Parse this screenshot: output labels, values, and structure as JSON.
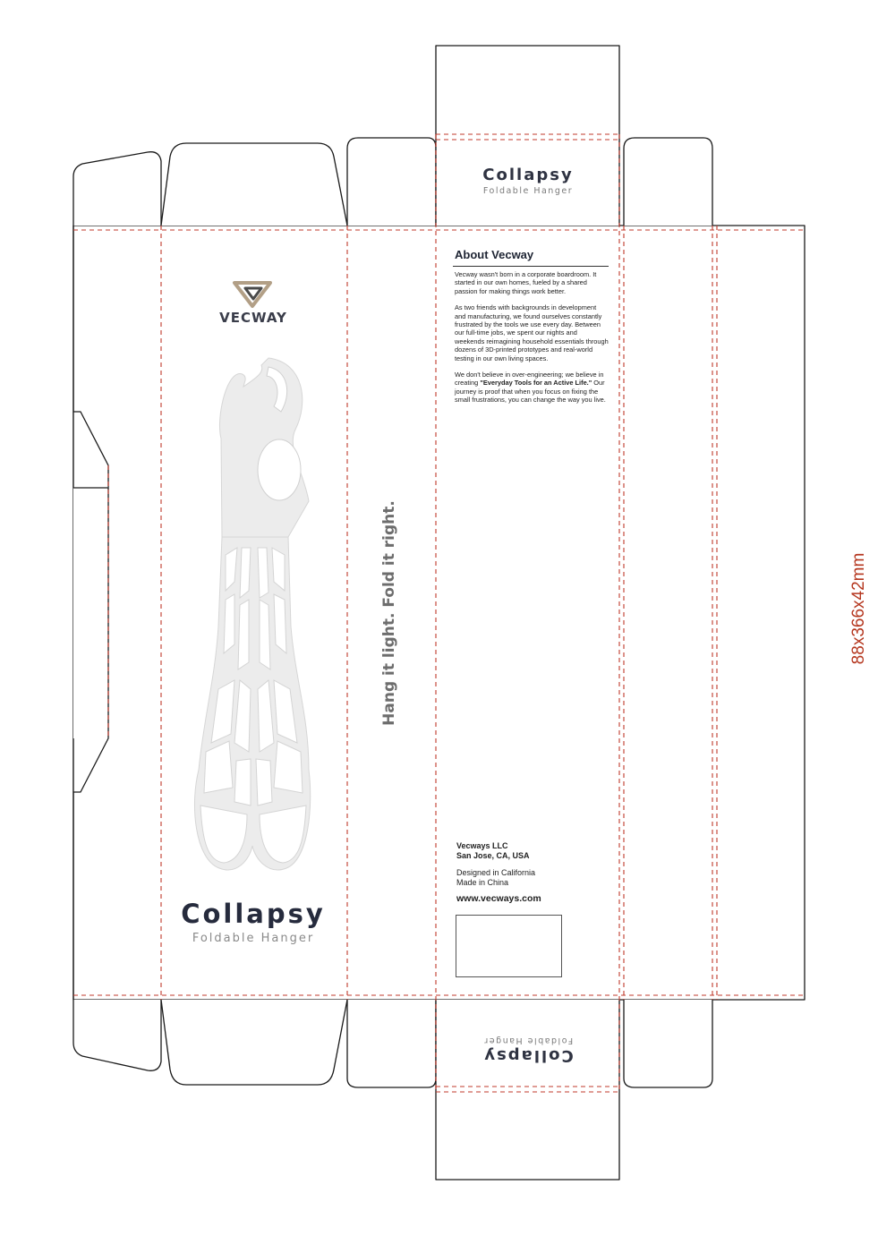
{
  "brand": {
    "name": "VECWAY",
    "logo_colors": {
      "outer": "#b29f86",
      "inner": "#4a4a4a"
    }
  },
  "product": {
    "title": "Collapsy",
    "subtitle": "Foldable Hanger",
    "tagline": "Hang it light. Fold it right."
  },
  "about": {
    "heading": "About Vecway",
    "paragraph1": "Vecway wasn't born in a corporate boardroom. It started in our own homes, fueled by a shared passion for making things work better.",
    "paragraph2": "As two friends with backgrounds in development and manufacturing, we found ourselves constantly frustrated by the tools we use every day. Between our full-time jobs, we spent our nights and weekends reimagining household essentials through dozens of 3D-printed prototypes and real-world testing in our own living spaces.",
    "paragraph3_part1": "We don't believe in over-engineering; we believe in creating ",
    "paragraph3_emphasis": "\"Everyday Tools for an Active Life.\"",
    "paragraph3_part2": " Our journey is proof that when you focus on fixing the small frustrations, you can change the way you live."
  },
  "company": {
    "name": "Vecways LLC",
    "location": "San Jose, CA, USA",
    "designed": "Designed in California",
    "made": "Made in China",
    "website": "www.vecways.com"
  },
  "dimensions": "88x366x42mm",
  "colors": {
    "fold_line": "#c0392b",
    "cut_line": "#1a1a1a",
    "dimension_text": "#b5371f",
    "title_text": "#262b3d"
  }
}
